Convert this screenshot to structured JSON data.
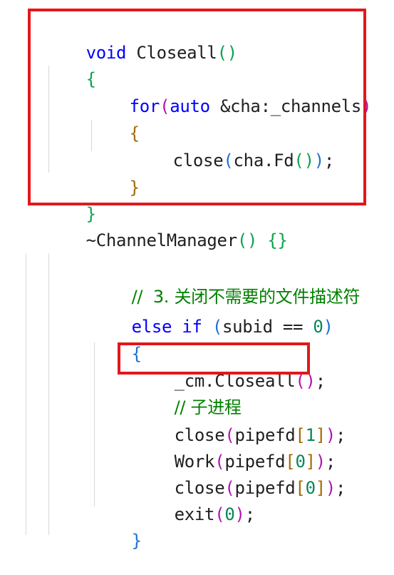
{
  "snippet_top": {
    "func_keyword": "void",
    "func_name": "Closeall",
    "func_parens": "()",
    "open_brace": "{",
    "for_keyword": "for",
    "for_paren_open": "(",
    "auto_keyword": "auto",
    "for_expr": " &cha:_channels",
    "for_paren_close": ")",
    "inner_open": "{",
    "close_call": "close",
    "close_paren_open": "(",
    "close_arg": "cha.Fd",
    "close_inner_parens": "()",
    "close_paren_close": ")",
    "close_semicolon": ";",
    "inner_close": "}",
    "close_brace": "}",
    "destructor": "~ChannelManager",
    "destructor_parens": "()",
    "destructor_body": "{}"
  },
  "snippet_bottom": {
    "comment": "//  3. 关闭不需要的文件描述符",
    "else_if": "else if",
    "cond_open": "(",
    "cond_text": "subid == ",
    "cond_value": "0",
    "cond_close": ")",
    "open_brace": "{",
    "call_obj": "_cm.Closeall",
    "call_parens": "()",
    "call_semicolon": ";",
    "child_comment": "// 子进程",
    "l1_fn": "close",
    "l1_open": "(",
    "l1_arr": "pipefd",
    "l1_bopen": "[",
    "l1_idx": "1",
    "l1_bclose": "]",
    "l1_close": ")",
    "l1_semi": ";",
    "l2_fn": "Work",
    "l2_open": "(",
    "l2_arr": "pipefd",
    "l2_bopen": "[",
    "l2_idx": "0",
    "l2_bclose": "]",
    "l2_close": ")",
    "l2_semi": ";",
    "l3_fn": "close",
    "l3_open": "(",
    "l3_arr": "pipefd",
    "l3_bopen": "[",
    "l3_idx": "0",
    "l3_bclose": "]",
    "l3_close": ")",
    "l3_semi": ";",
    "l4_fn": "exit",
    "l4_open": "(",
    "l4_idx": "0",
    "l4_close": ")",
    "l4_semi": ";",
    "close_brace": "}"
  },
  "colors": {
    "highlight_box": "#e3171b",
    "keyword": "#0000ff",
    "comment": "#008000",
    "number": "#098658"
  }
}
